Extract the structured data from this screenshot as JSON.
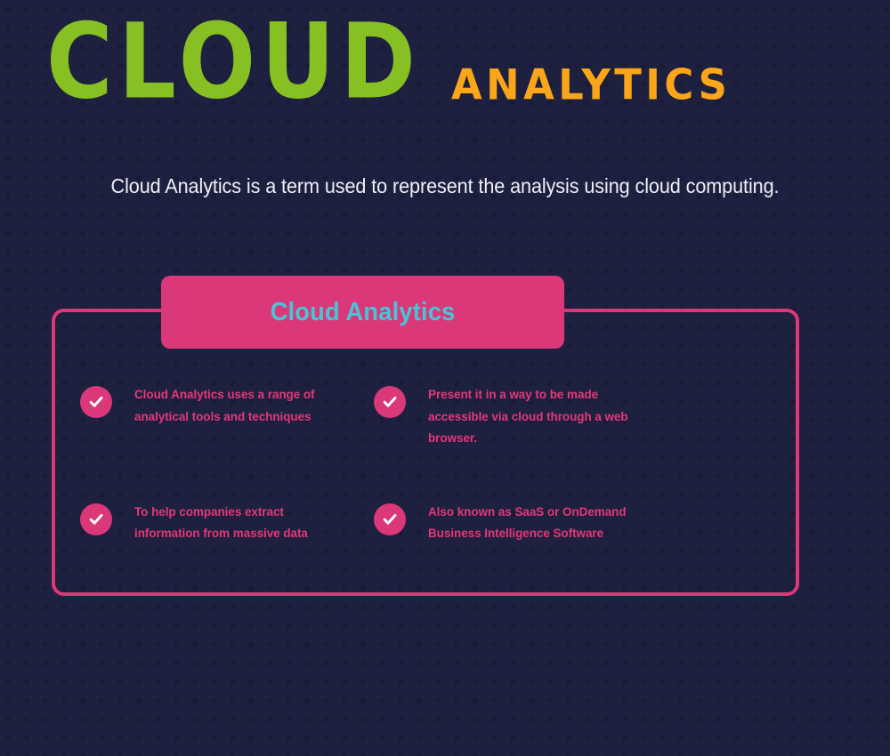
{
  "header": {
    "logo_primary": "CLOUD",
    "logo_secondary": "ANALYTICS"
  },
  "subtitle": {
    "text": "Cloud Analytics is a term used to represent the analysis using cloud computing."
  },
  "panel": {
    "banner_title": "Cloud Analytics",
    "bullets": [
      {
        "icon": "check-circle-icon",
        "text": "Cloud Analytics uses a range of analytical tools and techniques"
      },
      {
        "icon": "check-circle-icon",
        "text": "Present it in a way to be made accessible via cloud through a web browser."
      },
      {
        "icon": "check-circle-icon",
        "text": "To help companies extract information from massive data"
      },
      {
        "icon": "check-circle-icon",
        "text": "Also known as SaaS or OnDemand Business Intelligence Software"
      }
    ]
  },
  "colors": {
    "background": "#1e2040",
    "background_dot": "#191b38",
    "green": "#86c023",
    "orange": "#faa61a",
    "pink": "#da3878",
    "pink_text": "#e43877",
    "cyan": "#49c4d6",
    "subtitle_text": "#eef0f6"
  }
}
